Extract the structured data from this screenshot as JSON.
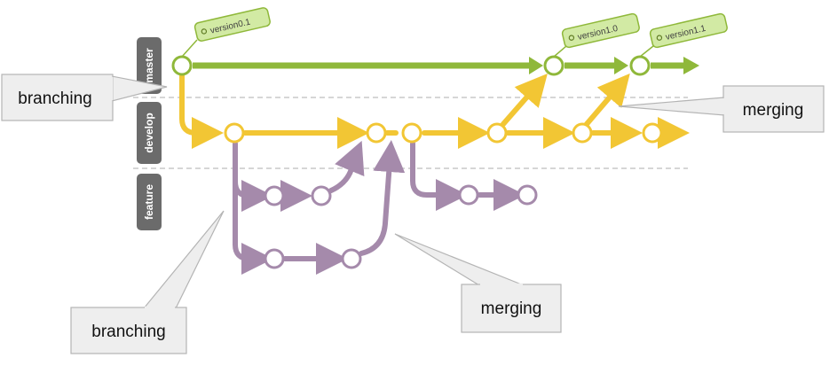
{
  "lanes": {
    "master": "master",
    "develop": "develop",
    "feature": "feature"
  },
  "tags": {
    "v01": "version0.1",
    "v10": "version1.0",
    "v11": "version1.1"
  },
  "callouts": {
    "top_left": "branching",
    "top_right": "merging",
    "bottom_left": "branching",
    "bottom_middle": "merging"
  },
  "colors": {
    "master": "#8fb83a",
    "develop": "#f2c634",
    "feature": "#a58aab",
    "lane_label_bg": "#6b6b6b",
    "tag_bg": "#d2eaa4",
    "callout_bg": "#eeeeee",
    "callout_border": "#b4b4b4",
    "separator": "#c8c8c8"
  }
}
